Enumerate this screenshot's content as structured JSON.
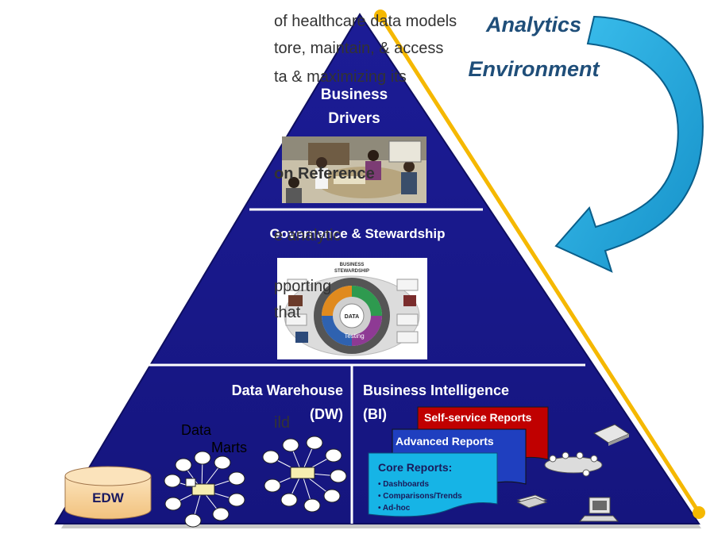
{
  "left_text": {
    "line1": "of healthcare data models",
    "line2": "tore, maintain, & access",
    "line3": "ta & maximizing its",
    "heading": "on Reference",
    "line4": "e analytic",
    "line5": "pporting",
    "line6": "that",
    "line7": "ild"
  },
  "callout": {
    "title1": "Analytics",
    "title2": "Environment"
  },
  "pyramid": {
    "top_label1": "Business",
    "top_label2": "Drivers",
    "middle_label": "Governance & Stewardship",
    "stewardship_graphic": {
      "title1": "BUSINESS",
      "title2": "STEWARDSHIP",
      "center": "DATA",
      "ring_word": "Testing"
    },
    "dw_label1": "Data Warehouse",
    "dw_label2": "(DW)",
    "marts1": "Data",
    "marts2": "Marts",
    "edw": "EDW",
    "bi_label1": "Business Intelligence",
    "bi_label2": "(BI)",
    "report_red": "Self-service Reports",
    "report_blue": "Advanced Reports",
    "core_title": "Core Reports:",
    "core_items": [
      "• Dashboards",
      "• Comparisons/Trends",
      "• Ad-hoc"
    ]
  },
  "colors": {
    "pyramid": "#1a1a8c",
    "divider": "#ffffff",
    "callout_text": "#1f4e79",
    "arrow": "#1fa3d8",
    "gold": "#f5b800",
    "red_report": "#c00000",
    "blue_report": "#1f3fbf",
    "cyan_report": "#16b4e6",
    "edw": "#f6d4a0"
  }
}
